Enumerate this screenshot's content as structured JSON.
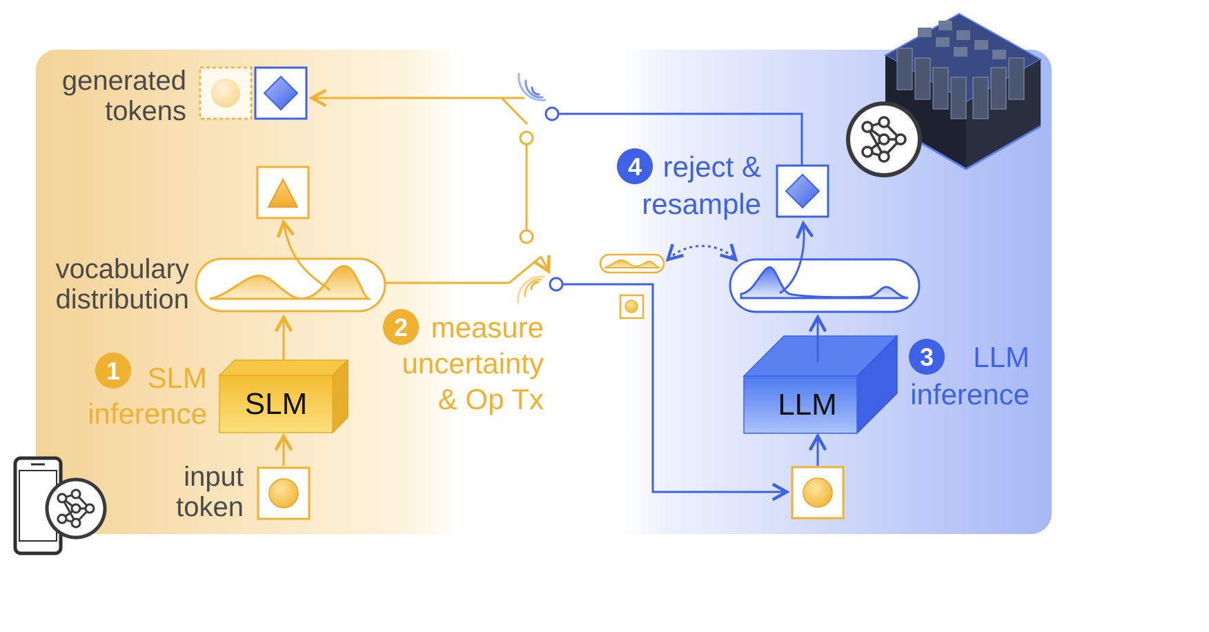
{
  "colors": {
    "orange": "#f0b030",
    "blue": "#3e62e6",
    "gray_text": "#4a4a4a"
  },
  "labels": {
    "generated": [
      "generated",
      "tokens"
    ],
    "vocabulary": [
      "vocabulary",
      "distribution"
    ],
    "input": [
      "input",
      "token"
    ]
  },
  "steps": [
    {
      "num": "1",
      "lines": [
        "SLM",
        "inference"
      ]
    },
    {
      "num": "2",
      "lines": [
        "measure",
        "uncertainty",
        "& Op Tx"
      ]
    },
    {
      "num": "3",
      "lines": [
        "LLM",
        "inference"
      ]
    },
    {
      "num": "4",
      "lines": [
        "reject &",
        "resample"
      ]
    }
  ],
  "models": {
    "slm": "SLM",
    "llm": "LLM"
  },
  "icons": [
    "smartphone-icon",
    "neural-network-icon",
    "server-rack-icon",
    "wireless-signal-icon",
    "switch-icon"
  ]
}
